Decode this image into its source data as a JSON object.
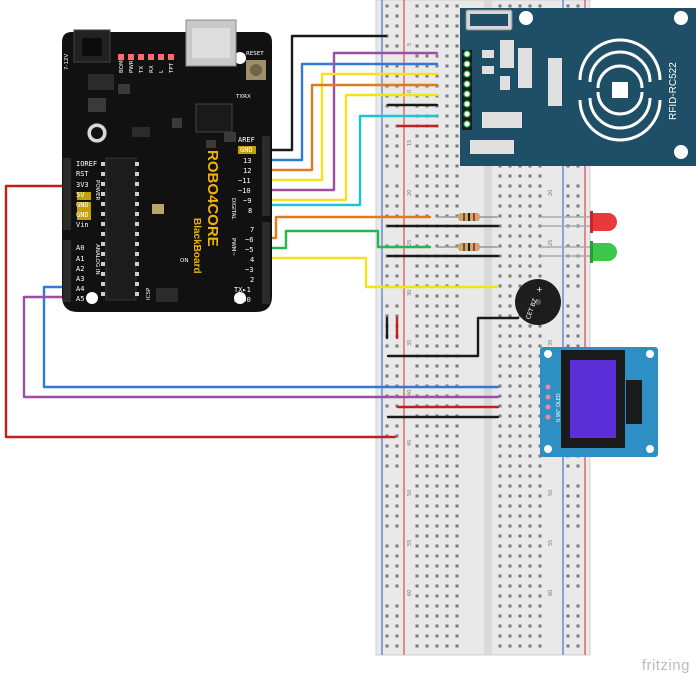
{
  "watermark": "fritzing",
  "arduino": {
    "brand_top": "ROBO4CORE",
    "brand_bottom": "BlackBoard",
    "reset_label": "RESET",
    "power_jack_label": "7-12V",
    "txrx_label": "TXRX",
    "led_labels": [
      "BOM",
      "PWR",
      "TX",
      "RX",
      "L",
      "TPT"
    ],
    "power_pins": [
      "IOREF",
      "RST",
      "3V3",
      "5V",
      "GND",
      "GND",
      "Vin"
    ],
    "power_group_label": "POWER",
    "analog_pins": [
      "A0",
      "A1",
      "A2",
      "A3",
      "A4",
      "A5"
    ],
    "analog_group_label": "ANALOG IN",
    "digital_top_pins": [
      "AREF",
      "GND",
      "13",
      "12",
      "~11",
      "~10",
      "~9",
      "8"
    ],
    "digital_bottom_pins": [
      "7",
      "~6",
      "~5",
      "4",
      "~3",
      "2",
      "TX▸1",
      "RX◂0"
    ],
    "digital_group_label": "DIGITAL",
    "pwm_label": "PWM~",
    "icsp_label": "ICSP",
    "on_label": "ON"
  },
  "rfid": {
    "label": "RFID-RC522"
  },
  "buzzer": {
    "label": "CET BZ"
  },
  "oled": {
    "label": "0.96\" OLED"
  },
  "breadboard": {
    "row_numbers": [
      "5",
      "10",
      "15",
      "20",
      "25",
      "30",
      "35",
      "40",
      "45",
      "50",
      "55",
      "60"
    ]
  },
  "colors": {
    "board": "#111111",
    "rfid_board": "#1f4f66",
    "oled_board": "#2d8fc4",
    "oled_screen": "#5a2fd8",
    "led_red": "#e83a3a",
    "led_green": "#3cc64a",
    "wire_black": "#1a1a1a",
    "wire_purple": "#9b4fa3",
    "wire_blue": "#2f7ad6",
    "wire_yellow": "#f4e11d",
    "wire_orange": "#e07a1f",
    "wire_cyan": "#1fc3d6",
    "wire_red": "#c41f1f",
    "wire_green": "#23b84a",
    "brand_yellow": "#f0b400"
  }
}
